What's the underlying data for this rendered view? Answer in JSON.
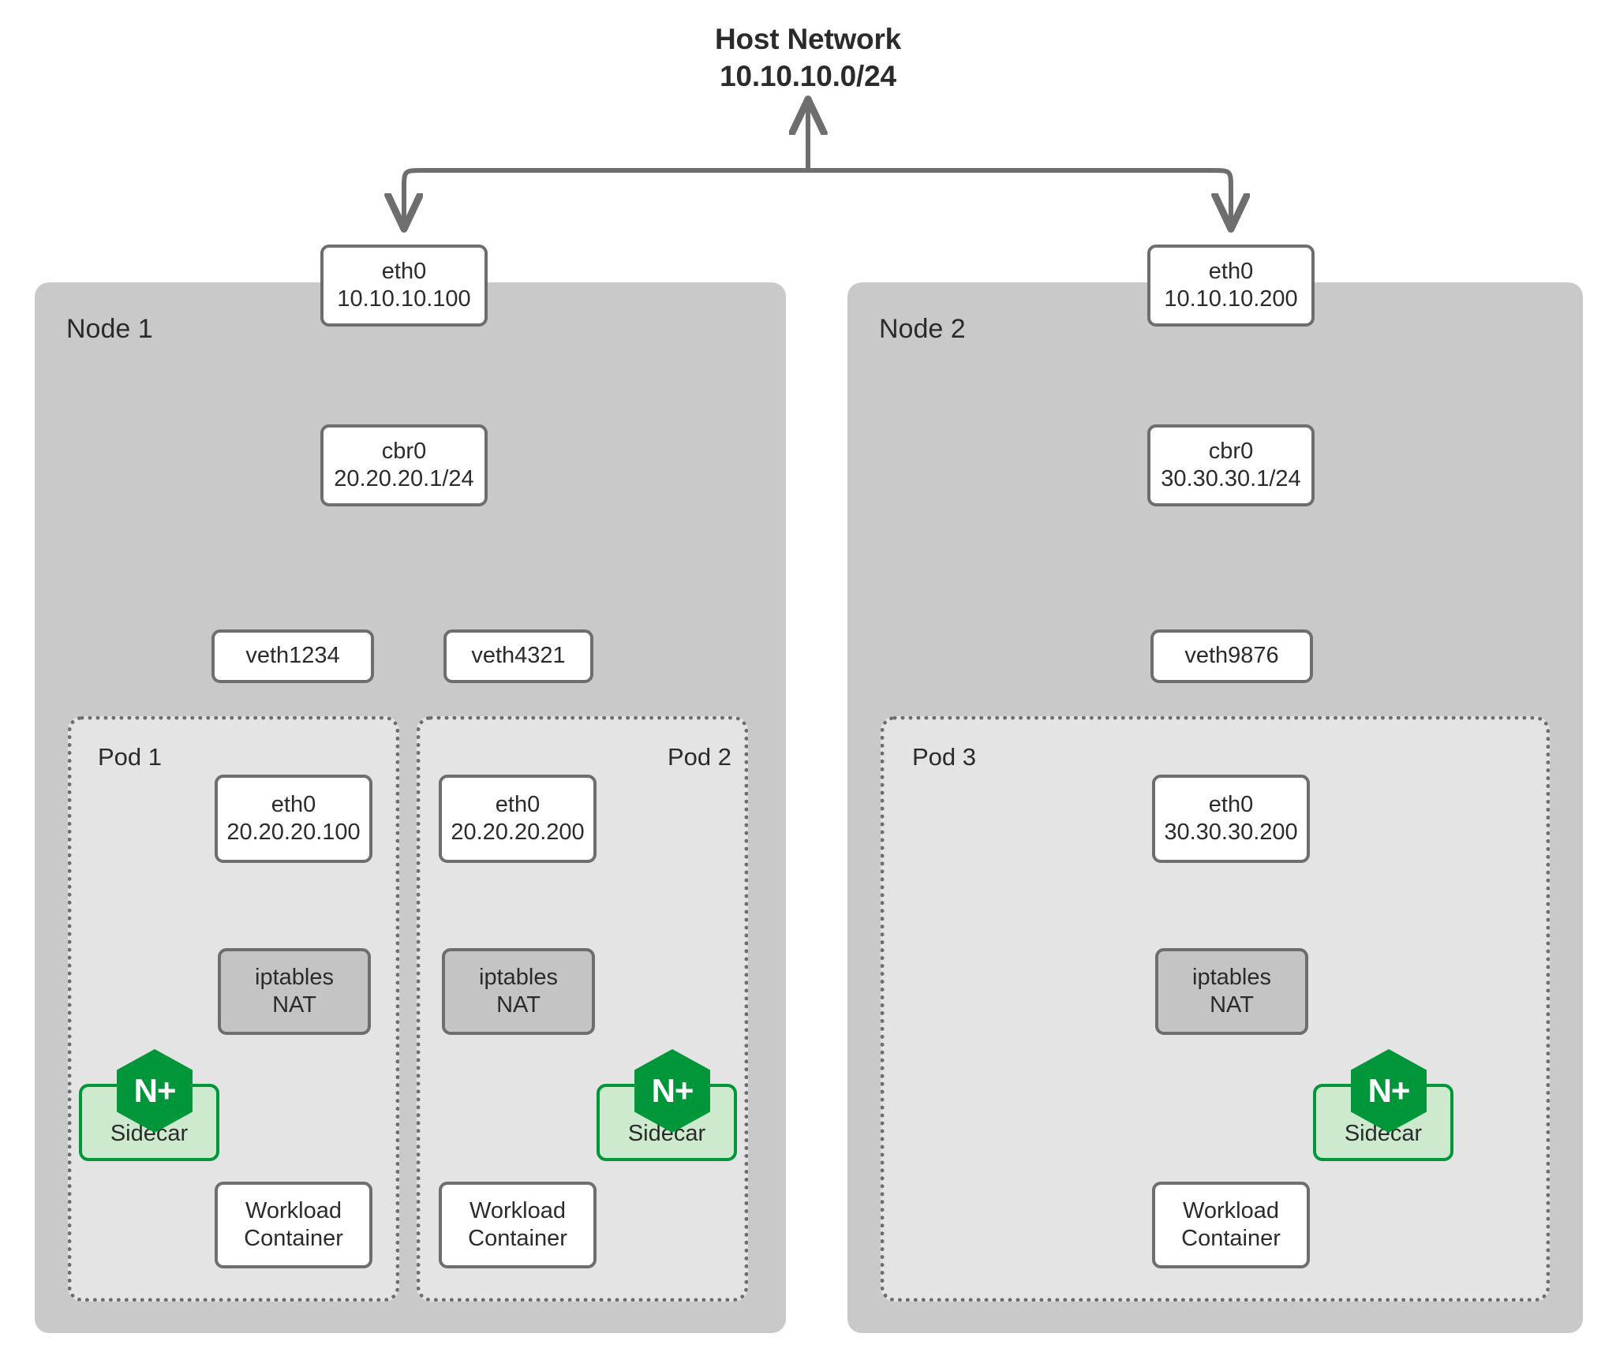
{
  "title": {
    "line1": "Host Network",
    "line2": "10.10.10.0/24"
  },
  "colors": {
    "node_bg": "#c9c9c9",
    "pod_bg": "#e4e4e4",
    "box_border": "#6e6e6e",
    "iptables_bg": "#c4c4c4",
    "sidecar_bg": "#cdeacf",
    "sidecar_border": "#009639",
    "nginx_green": "#009639",
    "text": "#2b2b2b",
    "page_bg": "#ffffff"
  },
  "nodes": [
    {
      "label": "Node 1",
      "host_nic": {
        "name": "eth0",
        "address": "10.10.10.100"
      },
      "bridge": {
        "name": "cbr0",
        "address": "20.20.20.1/24"
      },
      "veths": [
        "veth1234",
        "veth4321"
      ],
      "pods": [
        {
          "label": "Pod 1",
          "eth": {
            "name": "eth0",
            "address": "20.20.20.100"
          },
          "iptables": {
            "line1": "iptables",
            "line2": "NAT"
          },
          "sidecar": {
            "label": "Sidecar",
            "badge": "N+",
            "side": "left"
          },
          "workload": {
            "line1": "Workload",
            "line2": "Container"
          }
        },
        {
          "label": "Pod 2",
          "eth": {
            "name": "eth0",
            "address": "20.20.20.200"
          },
          "iptables": {
            "line1": "iptables",
            "line2": "NAT"
          },
          "sidecar": {
            "label": "Sidecar",
            "badge": "N+",
            "side": "right"
          },
          "workload": {
            "line1": "Workload",
            "line2": "Container"
          }
        }
      ]
    },
    {
      "label": "Node 2",
      "host_nic": {
        "name": "eth0",
        "address": "10.10.10.200"
      },
      "bridge": {
        "name": "cbr0",
        "address": "30.30.30.1/24"
      },
      "veths": [
        "veth9876"
      ],
      "pods": [
        {
          "label": "Pod 3",
          "eth": {
            "name": "eth0",
            "address": "30.30.30.200"
          },
          "iptables": {
            "line1": "iptables",
            "line2": "NAT"
          },
          "sidecar": {
            "label": "Sidecar",
            "badge": "N+",
            "side": "right"
          },
          "workload": {
            "line1": "Workload",
            "line2": "Container"
          }
        }
      ]
    }
  ]
}
